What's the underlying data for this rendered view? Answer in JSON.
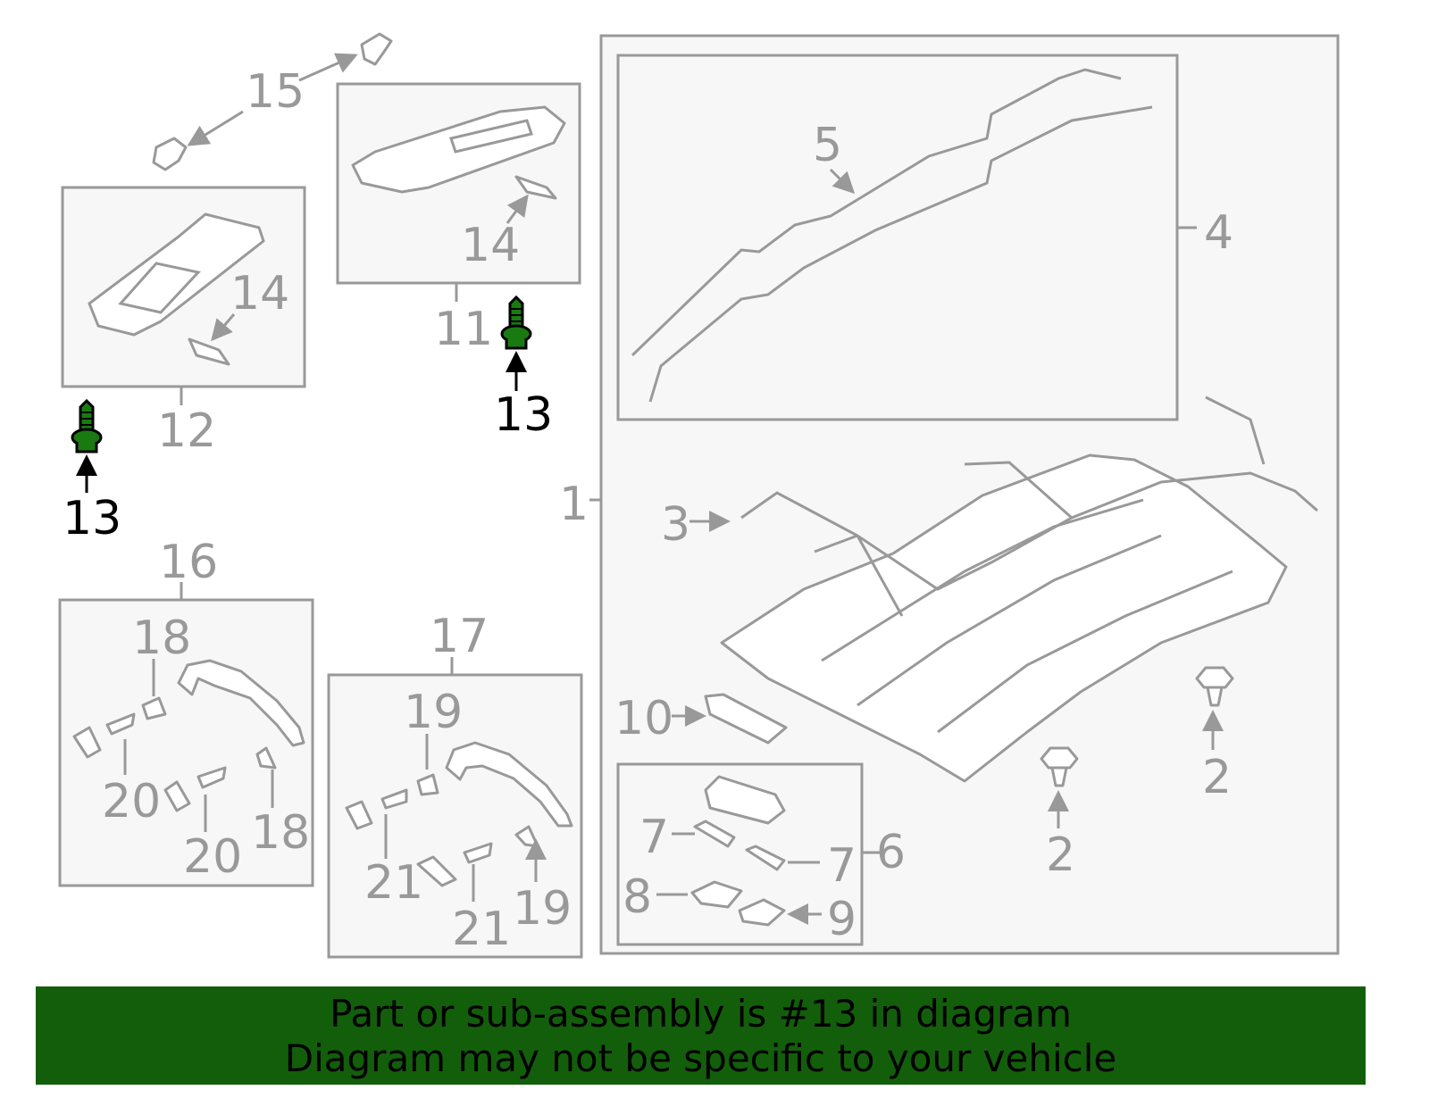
{
  "diagram": {
    "labels": {
      "l15": "15",
      "l5": "5",
      "l4": "4",
      "l14a": "14",
      "l14b": "14",
      "l11": "11",
      "l12": "12",
      "l13a": "13",
      "l13b": "13",
      "l1": "1",
      "l3": "3",
      "l16": "16",
      "l18a": "18",
      "l17": "17",
      "l19a": "19",
      "l10": "10",
      "l2a": "2",
      "l2b": "2",
      "l20a": "20",
      "l20b": "20",
      "l18b": "18",
      "l21a": "21",
      "l21b": "21",
      "l19b": "19",
      "l7a": "7",
      "l7b": "7",
      "l6": "6",
      "l8": "8",
      "l9": "9"
    },
    "highlighted_part": "13",
    "colors": {
      "highlight": "#1a7a12",
      "line": "#999999",
      "banner": "#135e0b",
      "box_fill": "#f7f7f7"
    }
  },
  "banner": {
    "line1": "Part or sub-assembly is #13 in diagram",
    "line2": "Diagram may not be specific to your vehicle"
  }
}
